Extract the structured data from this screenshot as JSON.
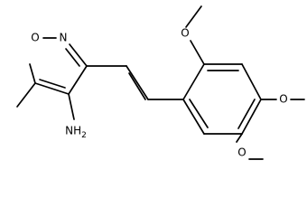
{
  "molecule": {
    "labels": {
      "ring_oxygen": "O",
      "ring_nitrogen": "N",
      "amine": "NH2",
      "ome_top_o": "O",
      "ome_mid_o": "O",
      "ome_bottom_o": "O"
    }
  },
  "colors": {
    "bond": "#000000",
    "background": "#ffffff"
  }
}
